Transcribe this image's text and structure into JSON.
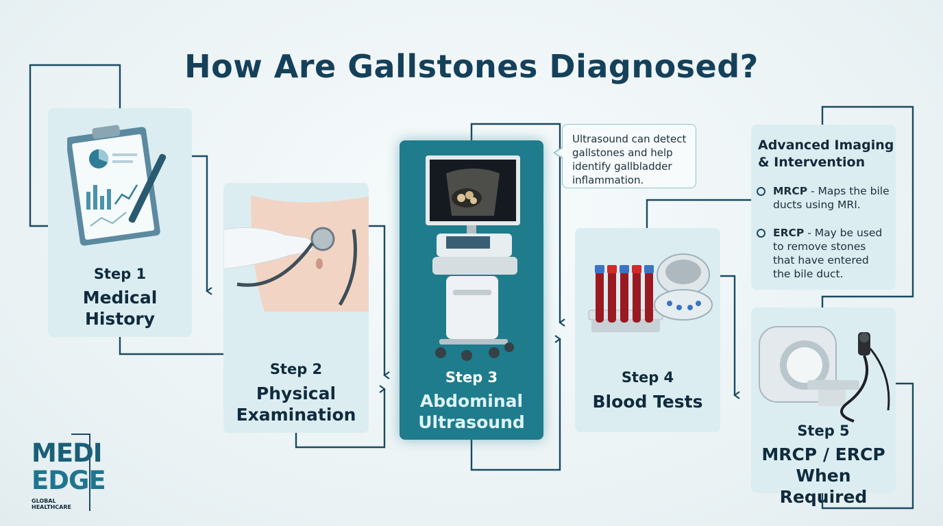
{
  "title": "How Are Gallstones Diagnosed?",
  "steps": [
    {
      "step": "Step 1",
      "name_line1": "Medical",
      "name_line2": "History"
    },
    {
      "step": "Step 2",
      "name_line1": "Physical",
      "name_line2": "Examination"
    },
    {
      "step": "Step 3",
      "name_line1": "Abdominal",
      "name_line2": "Ultrasound"
    },
    {
      "step": "Step 4",
      "name_line1": "Blood Tests",
      "name_line2": ""
    },
    {
      "step": "Step 5",
      "name_line1": "MRCP / ERCP",
      "name_line2": "When Required"
    }
  ],
  "callout": {
    "line1": "Ultrasound can detect",
    "line2": "gallstones and help",
    "line3": "identify gallbladder",
    "line4": "inflammation."
  },
  "advanced": {
    "heading_line1": "Advanced Imaging",
    "heading_line2": "& Intervention",
    "items": [
      {
        "term": "MRCP",
        "desc_line1": " - Maps the bile",
        "desc_line2": "ducts using MRI."
      },
      {
        "term": "ERCP",
        "desc_line1": " - May be used",
        "desc_line2": "to remove stones",
        "desc_line3": "that have entered",
        "desc_line4": "the bile duct."
      }
    ]
  },
  "logo": {
    "line1": "MEDI",
    "line2": "EDGE",
    "tagline": "GLOBAL HEALTHCARE"
  },
  "icons": [
    "clipboard-icon",
    "stethoscope-icon",
    "ultrasound-machine-icon",
    "blood-tubes-icon",
    "centrifuge-icon",
    "mri-scanner-icon",
    "endoscope-icon"
  ],
  "colors": {
    "title": "#15405a",
    "card": "#dcedf1",
    "highlight": "#1e7c8c",
    "connector": "#1a4a60"
  }
}
